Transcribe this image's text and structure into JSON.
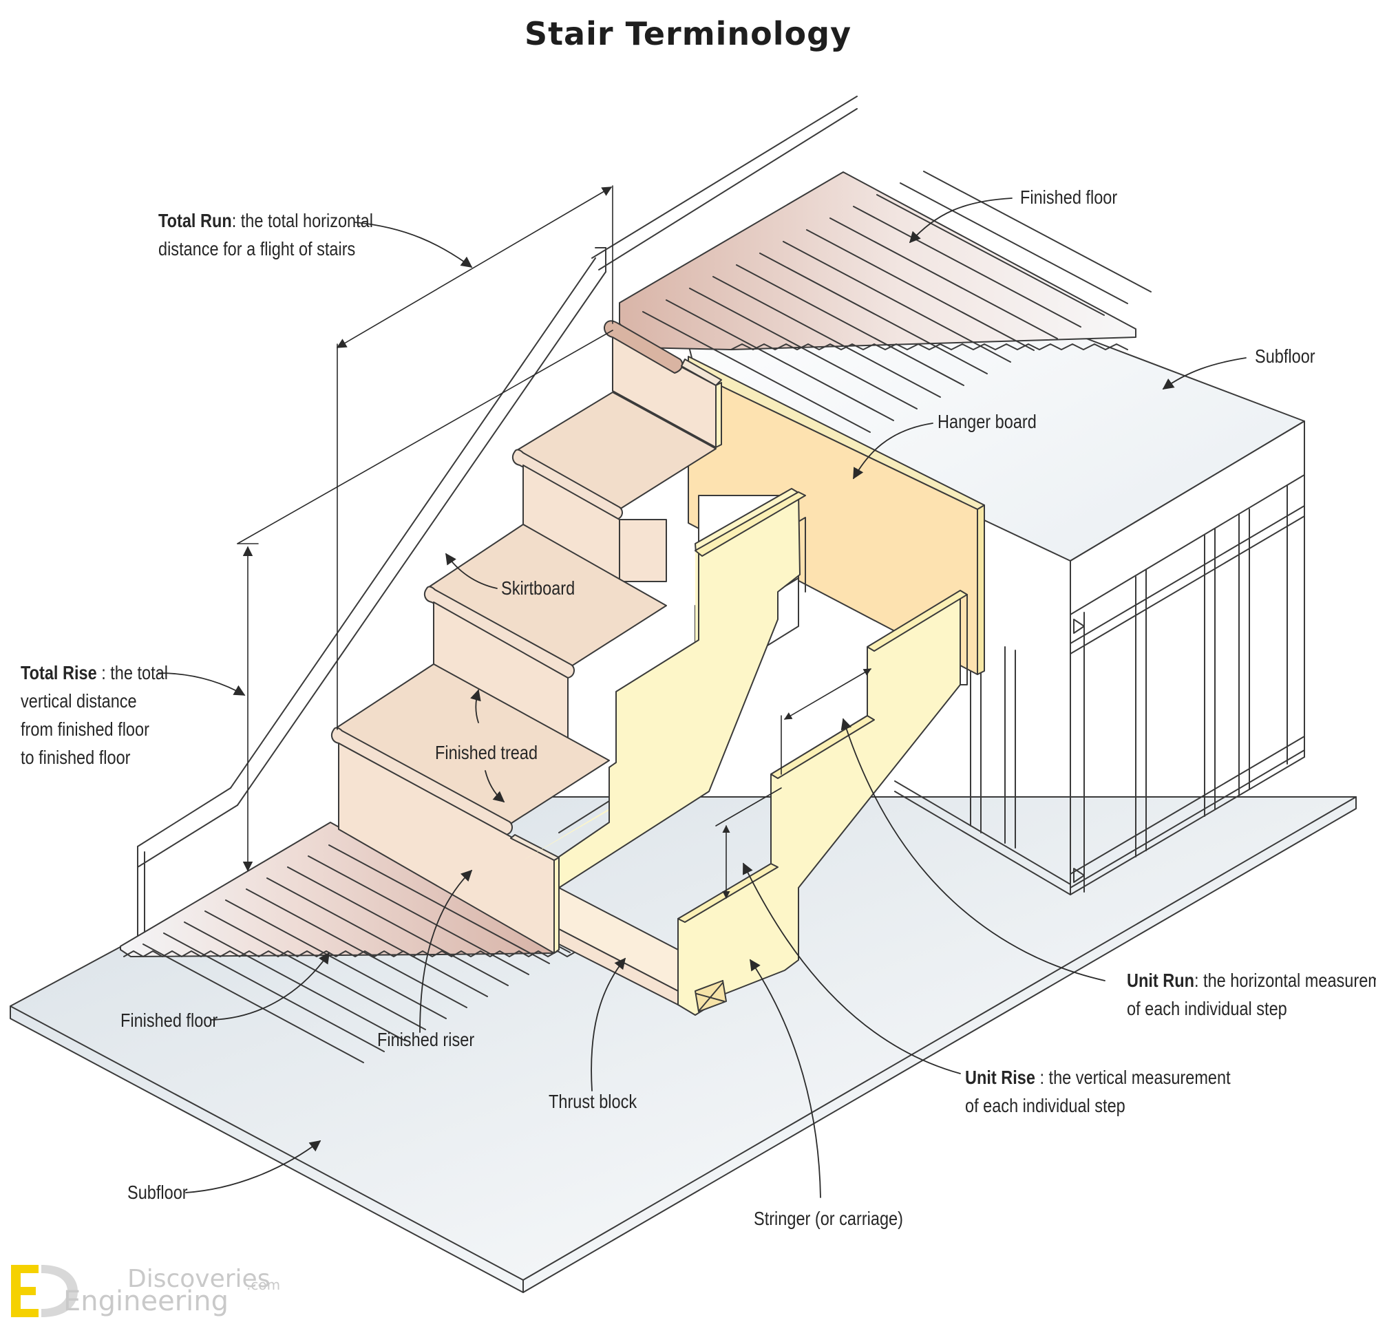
{
  "title": "Stair Terminology",
  "labels": {
    "total_run_term": "Total Run",
    "total_run_desc_1": ": the total horizontal",
    "total_run_desc_2": "distance for a flight of stairs",
    "total_rise_term": "Total Rise",
    "total_rise_desc_1": " : the total",
    "total_rise_desc_2": "vertical distance",
    "total_rise_desc_3": "from finished floor",
    "total_rise_desc_4": "to finished floor",
    "finished_floor_upper": "Finished floor",
    "subfloor_upper": "Subfloor",
    "hanger_board": "Hanger board",
    "skirtboard": "Skirtboard",
    "finished_tread": "Finished tread",
    "finished_floor_lower": "Finished floor",
    "finished_riser": "Finished riser",
    "thrust_block": "Thrust block",
    "subfloor_lower": "Subfloor",
    "stringer": "Stringer (or carriage)",
    "unit_run_term": "Unit Run",
    "unit_run_desc_1": ": the horizontal measurement",
    "unit_run_desc_2": "of each individual step",
    "unit_rise_term": "Unit Rise",
    "unit_rise_desc_1": " : the vertical measurement",
    "unit_rise_desc_2": "of each individual step"
  },
  "watermark": {
    "line1": "Discoveries",
    "line1_suffix": ".com",
    "line2": "Engineering",
    "logo_letters": "ED"
  },
  "colors": {
    "outline": "#3a3a3a",
    "riser": "#f5e3d3",
    "tread": "#f1dccb",
    "stringer": "#fdf6c8",
    "hanger": "#fde5b8",
    "floor_board": "#ecd5cd",
    "subfloor": "#eef1f4",
    "frame": "#ffffff"
  }
}
